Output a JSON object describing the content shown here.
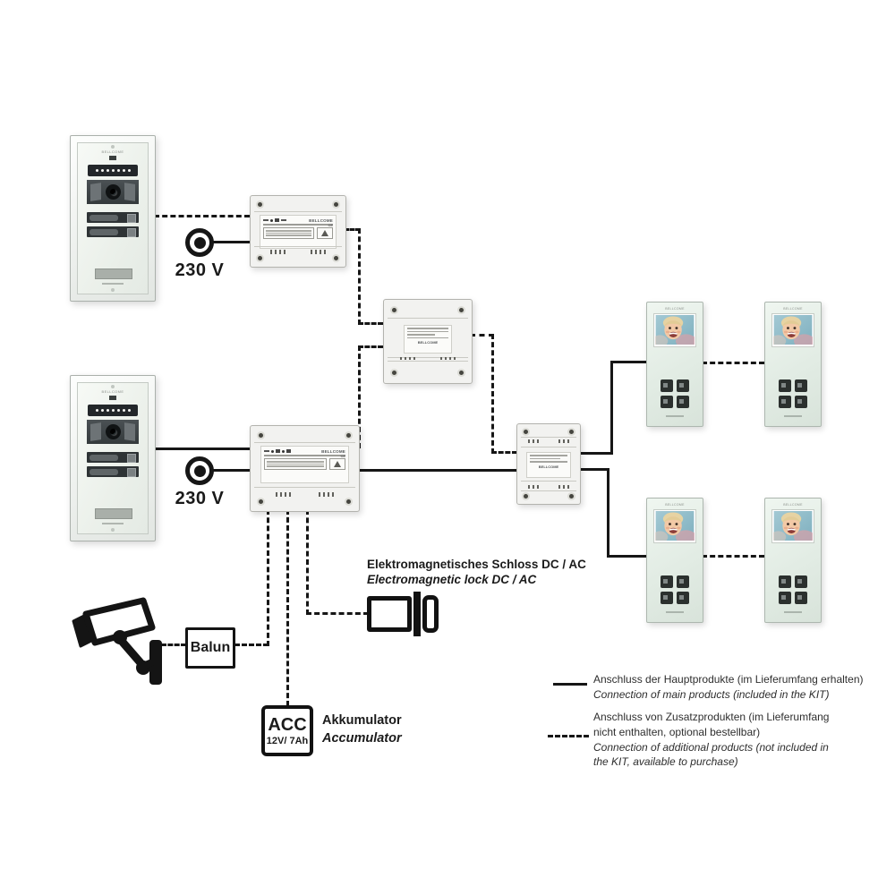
{
  "brand": "BELLCOME",
  "power_top": {
    "label": "230 V"
  },
  "power_bottom": {
    "label": "230 V"
  },
  "balun": {
    "label": "Balun"
  },
  "lock": {
    "label_de": "Elektromagnetisches Schloss DC / AC",
    "label_en": "Electromagnetic lock DC / AC"
  },
  "accumulator": {
    "abbr": "ACC",
    "spec": "12V/ 7Ah",
    "label_de": "Akkumulator",
    "label_en": "Accumulator"
  },
  "legend": {
    "solid_de": "Anschluss der Hauptprodukte (im Lieferumfang erhalten)",
    "solid_en": "Connection of main products (included in the KIT)",
    "dashed_de": "Anschluss von Zusatzprodukten (im Lieferumfang nicht enthalten, optional bestellbar)",
    "dashed_en": "Connection of additional products (not included in the KIT, available to purchase)"
  },
  "colors": {
    "wire": "#161616",
    "glass_panel": "#e9f0ea",
    "module_body": "#f2f2f0"
  }
}
